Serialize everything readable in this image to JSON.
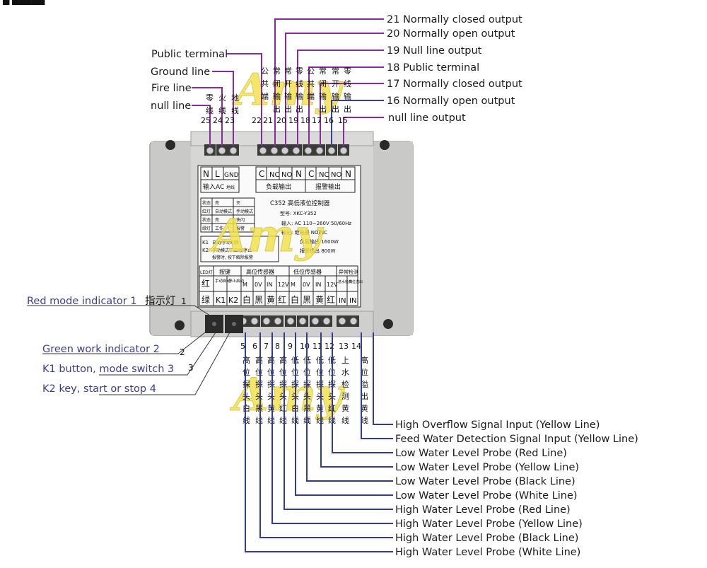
{
  "colors": {
    "top_lines": "#8a2aa0",
    "blue_lines": "#343a9c",
    "right_lines": "#3a3f9a",
    "watermark": "#f2e04a",
    "label_blue": "#3a3f8f"
  },
  "watermark_text": [
    "Amy",
    "Amy",
    "Amy"
  ],
  "top_left_labels": [
    "Public terminal",
    "Ground line",
    "Fire line",
    "null line"
  ],
  "top_right_labels": [
    "21 Normally closed output",
    "20 Normally open output",
    "19 Null line output",
    "18 Public terminal",
    "17 Normally closed output",
    "16 Normally open output",
    "null line output"
  ],
  "left_labels": [
    "Red mode indicator 1",
    "Green work indicator 2",
    "K1 button, mode switch 3",
    "K2 key, start or stop 4"
  ],
  "left_numbers": [
    "1",
    "2",
    "3"
  ],
  "indicator_lamp_text": "指示灯",
  "right_labels": [
    "High Overflow Signal Input (Yellow Line)",
    "Feed Water Detection Signal Input (Yellow Line)",
    "Low Water Level Probe  (Red Line)",
    "Low Water Level Probe (Yellow Line)",
    "Low Water Level Probe (Black Line)",
    "Low Water Level Probe (White Line)",
    "High Water Level Probe  (Red Line)",
    "High Water Level Probe (Yellow Line)",
    "High Water Level Probe (Black Line)",
    "High Water Level Probe (White Line)"
  ],
  "top_terminal_numbers": [
    "25",
    "24",
    "23",
    "22",
    "21",
    "20",
    "19",
    "18",
    "17",
    "16",
    "15"
  ],
  "bottom_terminal_numbers": [
    "5",
    "6",
    "7",
    "8",
    "9",
    "10",
    "11",
    "12",
    "13",
    "14"
  ],
  "top_chinese_left": [
    "零",
    "火",
    "地"
  ],
  "top_chinese_left2": [
    "线",
    "线",
    "线"
  ],
  "top_chinese_right": [
    "公",
    "常",
    "常",
    "零",
    "公",
    "常",
    "常",
    "零"
  ],
  "top_chinese_right2": [
    "共",
    "闭",
    "开",
    "线",
    "共",
    "闭",
    "开",
    "线"
  ],
  "top_chinese_right3": [
    "端",
    "输",
    "输",
    "输",
    "端",
    "输",
    "输",
    "输"
  ],
  "top_chinese_right4": [
    "出",
    "出",
    "出",
    "出",
    "出",
    "出"
  ],
  "bottom_chinese": [
    [
      "高",
      "位",
      "探",
      "头",
      "白",
      "线"
    ],
    [
      "高",
      "位",
      "探",
      "头",
      "黑",
      "线"
    ],
    [
      "高",
      "位",
      "探",
      "头",
      "黄",
      "线"
    ],
    [
      "高",
      "位",
      "探",
      "头",
      "红",
      "线"
    ],
    [
      "低",
      "位",
      "探",
      "头",
      "白",
      "线"
    ],
    [
      "低",
      "位",
      "探",
      "头",
      "黑",
      "线"
    ],
    [
      "低",
      "位",
      "探",
      "头",
      "黄",
      "线"
    ],
    [
      "低",
      "位",
      "探",
      "头",
      "红",
      "线"
    ],
    [
      "上",
      "水",
      "检",
      "测",
      "黄",
      "线"
    ],
    [
      "高",
      "位",
      "溢",
      "出",
      "黄",
      "线"
    ]
  ],
  "panel": {
    "top_terms_left": [
      "N",
      "L",
      "GND"
    ],
    "input_ac": "输入AC",
    "ground_small": "地线",
    "top_terms_right": [
      "C",
      "NC",
      "NO",
      "N",
      "C",
      "NC",
      "NO",
      "N"
    ],
    "load_output": "负载输出",
    "alarm_output": "报警输出",
    "model": "C352  高低液位控制器",
    "model_code": "型号: XKC-Y352",
    "spec_lines": [
      "输入: AC 110~260V 50/60Hz",
      "输出: 继电器 NO/NC",
      "负载输出 1600W",
      "报警输出 800W"
    ],
    "led_table": [
      [
        "状态",
        "亮",
        "灭"
      ],
      [
        "红灯",
        "自动模式",
        "手动模式"
      ],
      [
        "状态",
        "亮",
        "快闪"
      ],
      [
        "绿灯",
        "工作",
        "报警"
      ]
    ],
    "mode_lines": [
      "K1",
      "自动/手动切换",
      "K2",
      "手动模式下启动/停止",
      "报警时, 按下解除报警"
    ],
    "hdr_led": "LED灯",
    "hdr_keys": "按键",
    "hdr_high_sensor": "高位传感器",
    "hdr_low_sensor": "低位传感器",
    "hdr_abnormal": "异常检测",
    "keys_sub": [
      "手动自动",
      "停止启动"
    ],
    "sensor_sub": [
      "M",
      "0V",
      "IN",
      "12V",
      "M",
      "0V",
      "IN",
      "12V"
    ],
    "abnormal_sub": [
      "进水检测",
      "高位溢出"
    ],
    "led_colors": [
      "红",
      "绿"
    ],
    "keys_bottom": [
      "K1",
      "K2"
    ],
    "sensor_bottom": [
      "白",
      "黑",
      "黄",
      "红",
      "白",
      "黑",
      "黄",
      "红"
    ],
    "abnormal_bottom": [
      "IN",
      "IN"
    ]
  }
}
